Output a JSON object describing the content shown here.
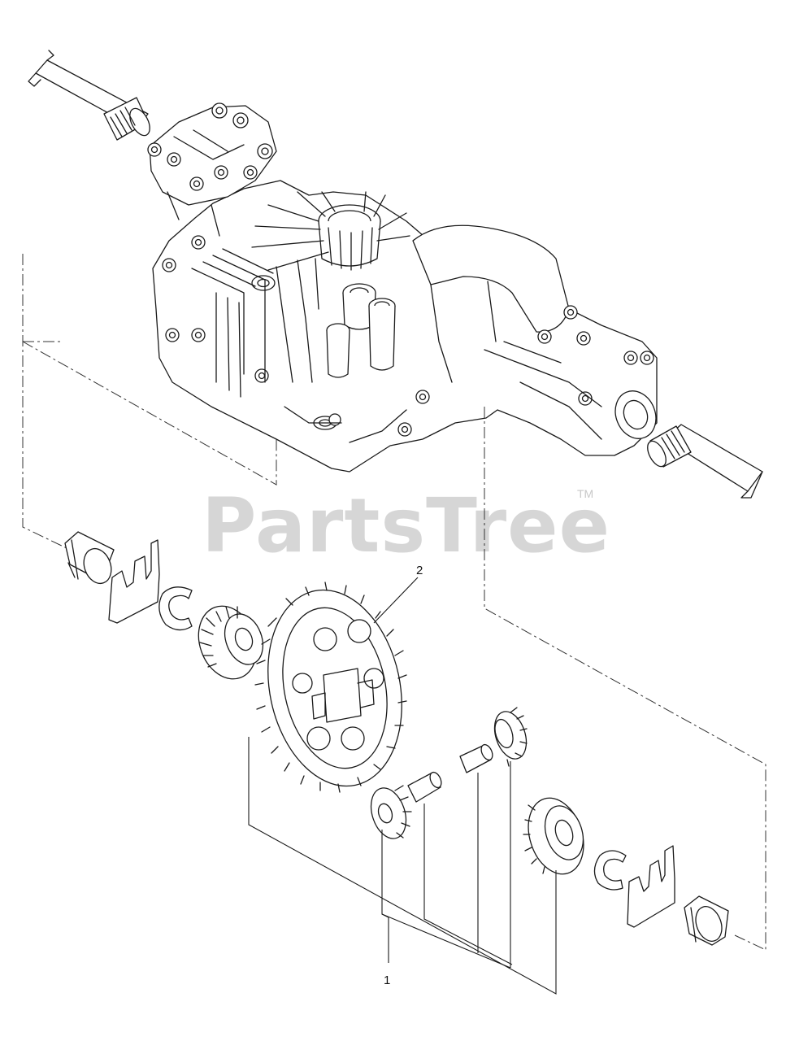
{
  "watermark": {
    "brand": "PartsTree",
    "trademark": "TM"
  },
  "callouts": [
    {
      "id": "callout-1",
      "label": "1"
    },
    {
      "id": "callout-2",
      "label": "2"
    }
  ]
}
